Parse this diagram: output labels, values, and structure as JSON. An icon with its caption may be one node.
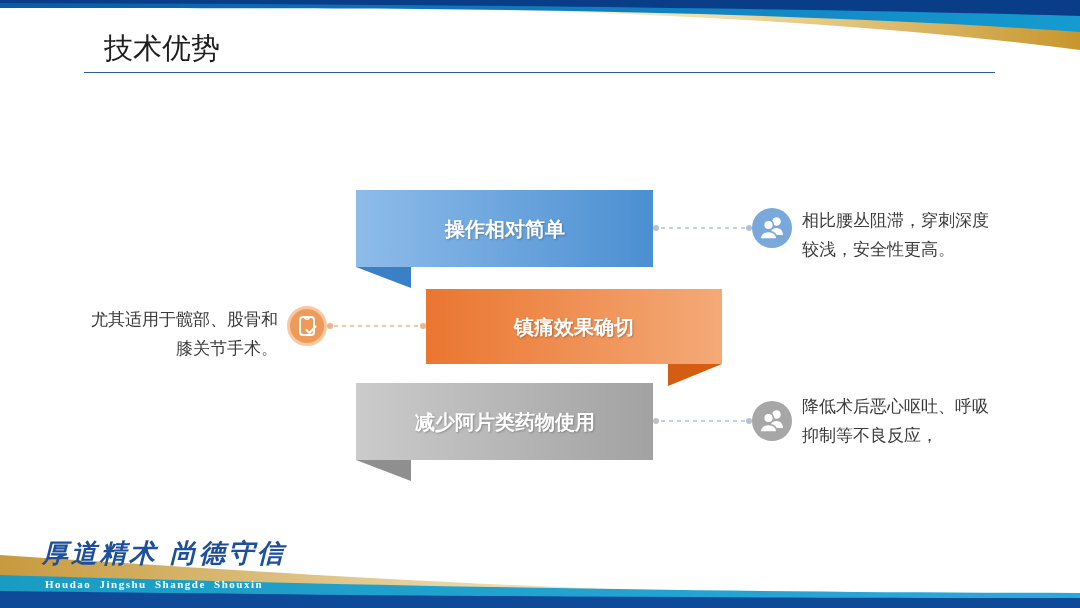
{
  "diagram": {
    "title": "技术优势",
    "nodes": [
      {
        "text": [
          "操作相对简单"
        ]
      },
      {
        "text": [],
        "shape": "circle",
        "beside": [
          "相比腰丛阻滞，穿刺深度较浅，安全性更高。"
        ]
      },
      {
        "text": [],
        "shape": "circle",
        "beside": [
          "尤其适用于髋部、股骨和膝关节手术。"
        ]
      },
      {
        "text": [
          "镇痛效果确切"
        ]
      },
      {
        "text": [
          "减少阿片类药物使用"
        ]
      },
      {
        "text": [],
        "shape": "circle",
        "beside": [
          "降低术后恶心呕吐、呼吸抑制等不良反应，"
        ]
      }
    ],
    "edges": [
      {
        "from": 0,
        "to": 1,
        "arrow": "other",
        "style": "dashed"
      },
      {
        "from": 3,
        "to": 2,
        "arrow": "other",
        "style": "dashed",
        "color": "#efb48f"
      },
      {
        "from": 4,
        "to": 5,
        "arrow": "other",
        "style": "dashed"
      }
    ],
    "labels": [
      "厚道精术 尚德守信",
      "Houdao Jingshu Shangde Shouxin"
    ]
  }
}
